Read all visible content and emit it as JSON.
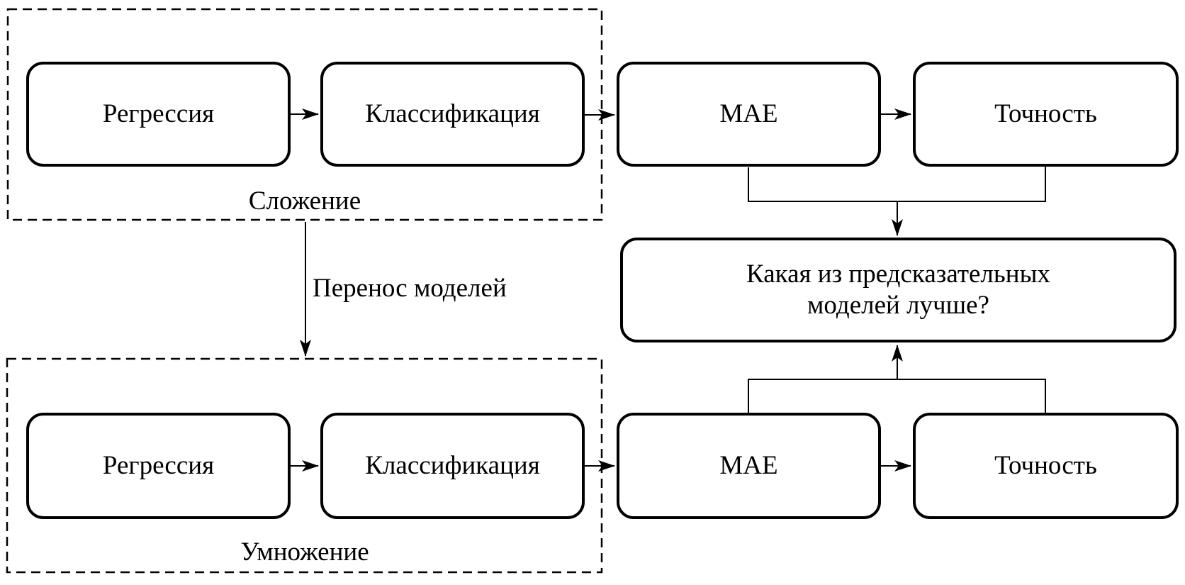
{
  "nodes": {
    "regression_top": {
      "label": "Регрессия"
    },
    "classification_top": {
      "label": "Классификация"
    },
    "mae_top": {
      "label": "MAE"
    },
    "accuracy_top": {
      "label": "Точность"
    },
    "question": {
      "label": "Какая из предсказательных моделей лучше?"
    },
    "regression_bottom": {
      "label": "Регрессия"
    },
    "classification_bottom": {
      "label": "Классификация"
    },
    "mae_bottom": {
      "label": "MAE"
    },
    "accuracy_bottom": {
      "label": "Точность"
    }
  },
  "groups": {
    "addition": {
      "label": "Сложение"
    },
    "multiplication": {
      "label": "Умножение"
    }
  },
  "edges": {
    "transfer": {
      "label": "Перенос моделей"
    }
  },
  "colors": {
    "stroke": "#000000",
    "background": "#ffffff",
    "text": "#000000"
  }
}
